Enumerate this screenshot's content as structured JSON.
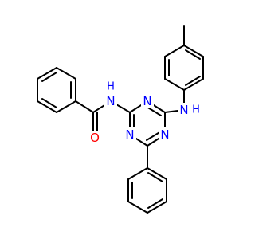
{
  "atom_labels": {
    "nitrogen_symbol": "N",
    "oxygen_symbol": "O",
    "hydrogen_symbol": "H"
  },
  "colors": {
    "nitrogen": "#0000ff",
    "oxygen": "#ff0000",
    "carbon_bond": "#000000",
    "background": "#ffffff"
  }
}
